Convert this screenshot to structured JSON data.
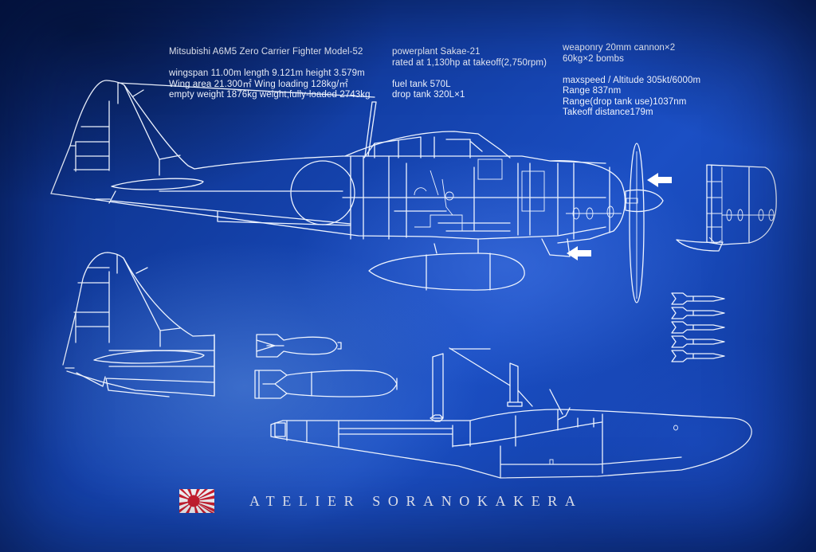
{
  "poster": {
    "title": "Mitsubishi A6M5 Zero Carrier Fighter Model-52",
    "specs_left": [
      "wingspan 11.00m length 9.121m height 3.579m",
      "Wing area 21.300㎡ Wing loading 128kg/㎡",
      "empty weight 1876kg weight,fully-loaded 2743kg"
    ],
    "specs_middle": {
      "engine": [
        "powerplant Sakae-21",
        "rated at 1,130hp at takeoff(2,750rpm)"
      ],
      "fuel": [
        "fuel tank 570L",
        "drop tank 320L×1"
      ]
    },
    "specs_right": {
      "weapons": [
        "weaponry 20mm cannon×2",
        "60kg×2 bombs"
      ],
      "performance": [
        "maxspeed / Altitude 305kt/6000m",
        "Range 837nm",
        "Range(drop tank use)1037nm",
        "Takeoff distance179m"
      ]
    },
    "brand": "ATELIER SORANOKAKERA",
    "colors": {
      "background": "#1646b4",
      "line": "#eef4ff",
      "flag_red": "#d3202f",
      "flag_white": "#ffffff"
    },
    "drawings": [
      "side-view-cutaway",
      "propeller",
      "front-view-cowling",
      "tail-detail",
      "bomb-small",
      "bomb-large",
      "cannon-shells",
      "top-view-fuselage",
      "intake-arrow-upper",
      "intake-arrow-lower"
    ]
  }
}
